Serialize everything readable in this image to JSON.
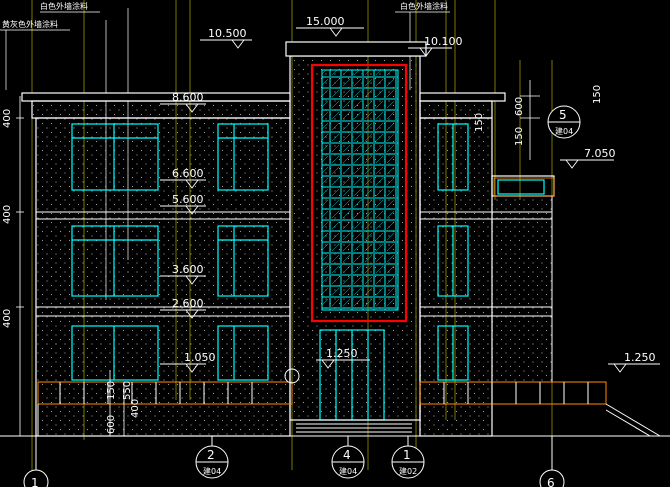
{
  "drawing": {
    "annotations": {
      "white_coating_left": "白色外墙涂料",
      "white_coating_right": "白色外墙涂料",
      "grey_coating": "黄灰色外墙涂料"
    },
    "elevations": {
      "e15000": "15.000",
      "e10500": "10.500",
      "e10100": "10.100",
      "e8600": "8.600",
      "e7050": "7.050",
      "e6600": "6.600",
      "e5600": "5.600",
      "e3600": "3.600",
      "e2600": "2.600",
      "e1250a": "1.250",
      "e1250b": "1.250",
      "e1050": "1.050"
    },
    "dimensions": {
      "d400a": "400",
      "d400b": "400",
      "d400c": "400",
      "d150a": "150",
      "d150b": "150",
      "d150c": "150",
      "d600": "600",
      "d150d": "150",
      "d550": "550",
      "d400d": "400",
      "d600b": "600"
    },
    "axes": [
      {
        "num": "1",
        "sheet": ""
      },
      {
        "num": "2",
        "sheet": "建04"
      },
      {
        "num": "4",
        "sheet": "建04"
      },
      {
        "num": "1",
        "sheet": "建02"
      },
      {
        "num": "6",
        "sheet": ""
      },
      {
        "num": "5",
        "sheet": "建04"
      }
    ],
    "colors": {
      "background": "#000000",
      "wall_outline": "#ffffff",
      "windows": "#00ffff",
      "highlight": "#ff0000",
      "glass_block": "#00c8c8",
      "railing": "#ff8c00",
      "hatch": "#a0a0a0"
    }
  }
}
